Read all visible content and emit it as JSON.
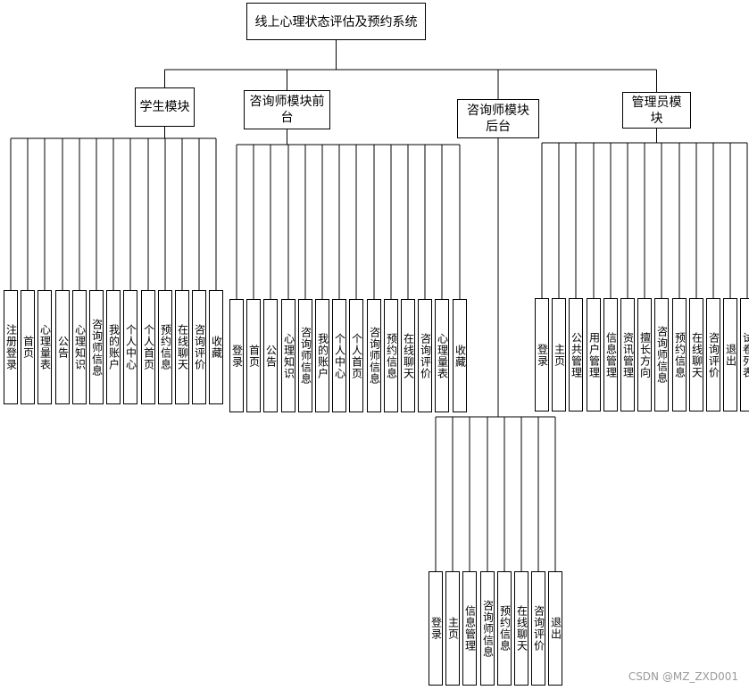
{
  "title": "线上心理状态评估及预约系统",
  "modules": [
    {
      "id": "student",
      "label": "学生模块",
      "items": [
        "注册登录",
        "首页",
        "心理量表",
        "公告",
        "心理知识",
        "咨询师信息",
        "我的账户",
        "个人中心",
        "个人首页",
        "预约信息",
        "在线聊天",
        "咨询评价",
        "收藏"
      ]
    },
    {
      "id": "counselor-front",
      "label": "咨询师模块前台",
      "items": [
        "登录",
        "首页",
        "公告",
        "心理知识",
        "咨询师信息",
        "我的账户",
        "个人中心",
        "个人首页",
        "咨询师信息",
        "预约信息",
        "在线聊天",
        "咨询评价",
        "心理量表",
        "收藏"
      ]
    },
    {
      "id": "counselor-back",
      "label": "咨询师模块后台",
      "items": [
        "登录",
        "主页",
        "信息管理",
        "咨询师信息",
        "预约信息",
        "在线聊天",
        "咨询评价",
        "退出"
      ]
    },
    {
      "id": "admin",
      "label": "管理员模块",
      "items": [
        "登录",
        "主页",
        "公共管理",
        "用户管理",
        "信息管理",
        "资讯管理",
        "擅长方向",
        "咨询师信息",
        "预约信息",
        "在线聊天",
        "咨询评价",
        "退出",
        "试卷列表"
      ]
    }
  ],
  "watermark": "CSDN @MZ_ZXD001"
}
